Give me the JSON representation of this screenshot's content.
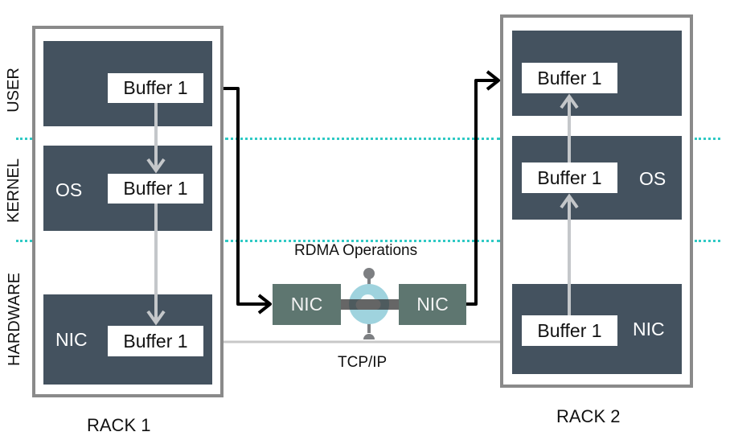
{
  "layers": {
    "user": "USER",
    "kernel": "KERNEL",
    "hardware": "HARDWARE"
  },
  "rack1": {
    "title": "RACK 1",
    "user_buffer": "Buffer 1",
    "kernel_label": "OS",
    "kernel_buffer": "Buffer 1",
    "hardware_label": "NIC",
    "hardware_buffer": "Buffer 1"
  },
  "rack2": {
    "title": "RACK 2",
    "user_buffer": "Buffer 1",
    "kernel_label": "OS",
    "kernel_buffer": "Buffer 1",
    "hardware_label": "NIC",
    "hardware_buffer": "Buffer 1"
  },
  "network": {
    "rdma_label": "RDMA Operations",
    "tcp_label": "TCP/IP",
    "nic_left": "NIC",
    "nic_right": "NIC",
    "cloud_icon": "cloud-icon"
  },
  "colors": {
    "layer_fill": "#44525f",
    "nic_fill": "#5e7670",
    "divider": "#2fc9c4",
    "rack_border": "#8a8a8a",
    "cloud": "#9fd3de"
  }
}
